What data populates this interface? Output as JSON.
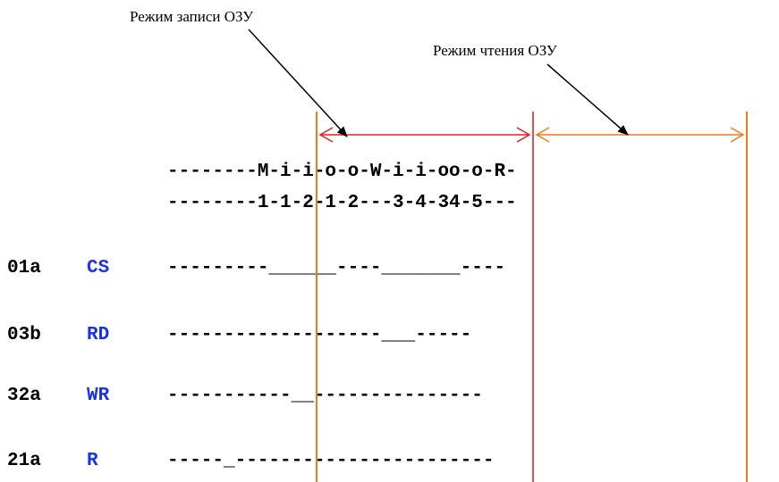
{
  "captions": {
    "write_mode": "Режим записи ОЗУ",
    "read_mode": "Режим чтения ОЗУ"
  },
  "header": {
    "row1": "--------M-i-i-o-o-W-i-i-oo-o-R-",
    "row2": "--------1-1-2-1-2---3-4-34-5---"
  },
  "signals": [
    {
      "id": "01a",
      "name": "CS",
      "trace": "---------______----_______----"
    },
    {
      "id": "03b",
      "name": "RD",
      "trace": "-------------------___-----"
    },
    {
      "id": "32a",
      "name": "WR",
      "trace": "-----------__---------------"
    },
    {
      "id": "21a",
      "name": "R",
      "trace": "-----_-----------------------"
    }
  ],
  "colors": {
    "write_arrow": "#e02020",
    "read_arrow": "#f07a1a",
    "boundary_orange": "#f07a1a",
    "boundary_red": "#d01818",
    "signal_name": "#1a33e6",
    "text": "#000000"
  }
}
